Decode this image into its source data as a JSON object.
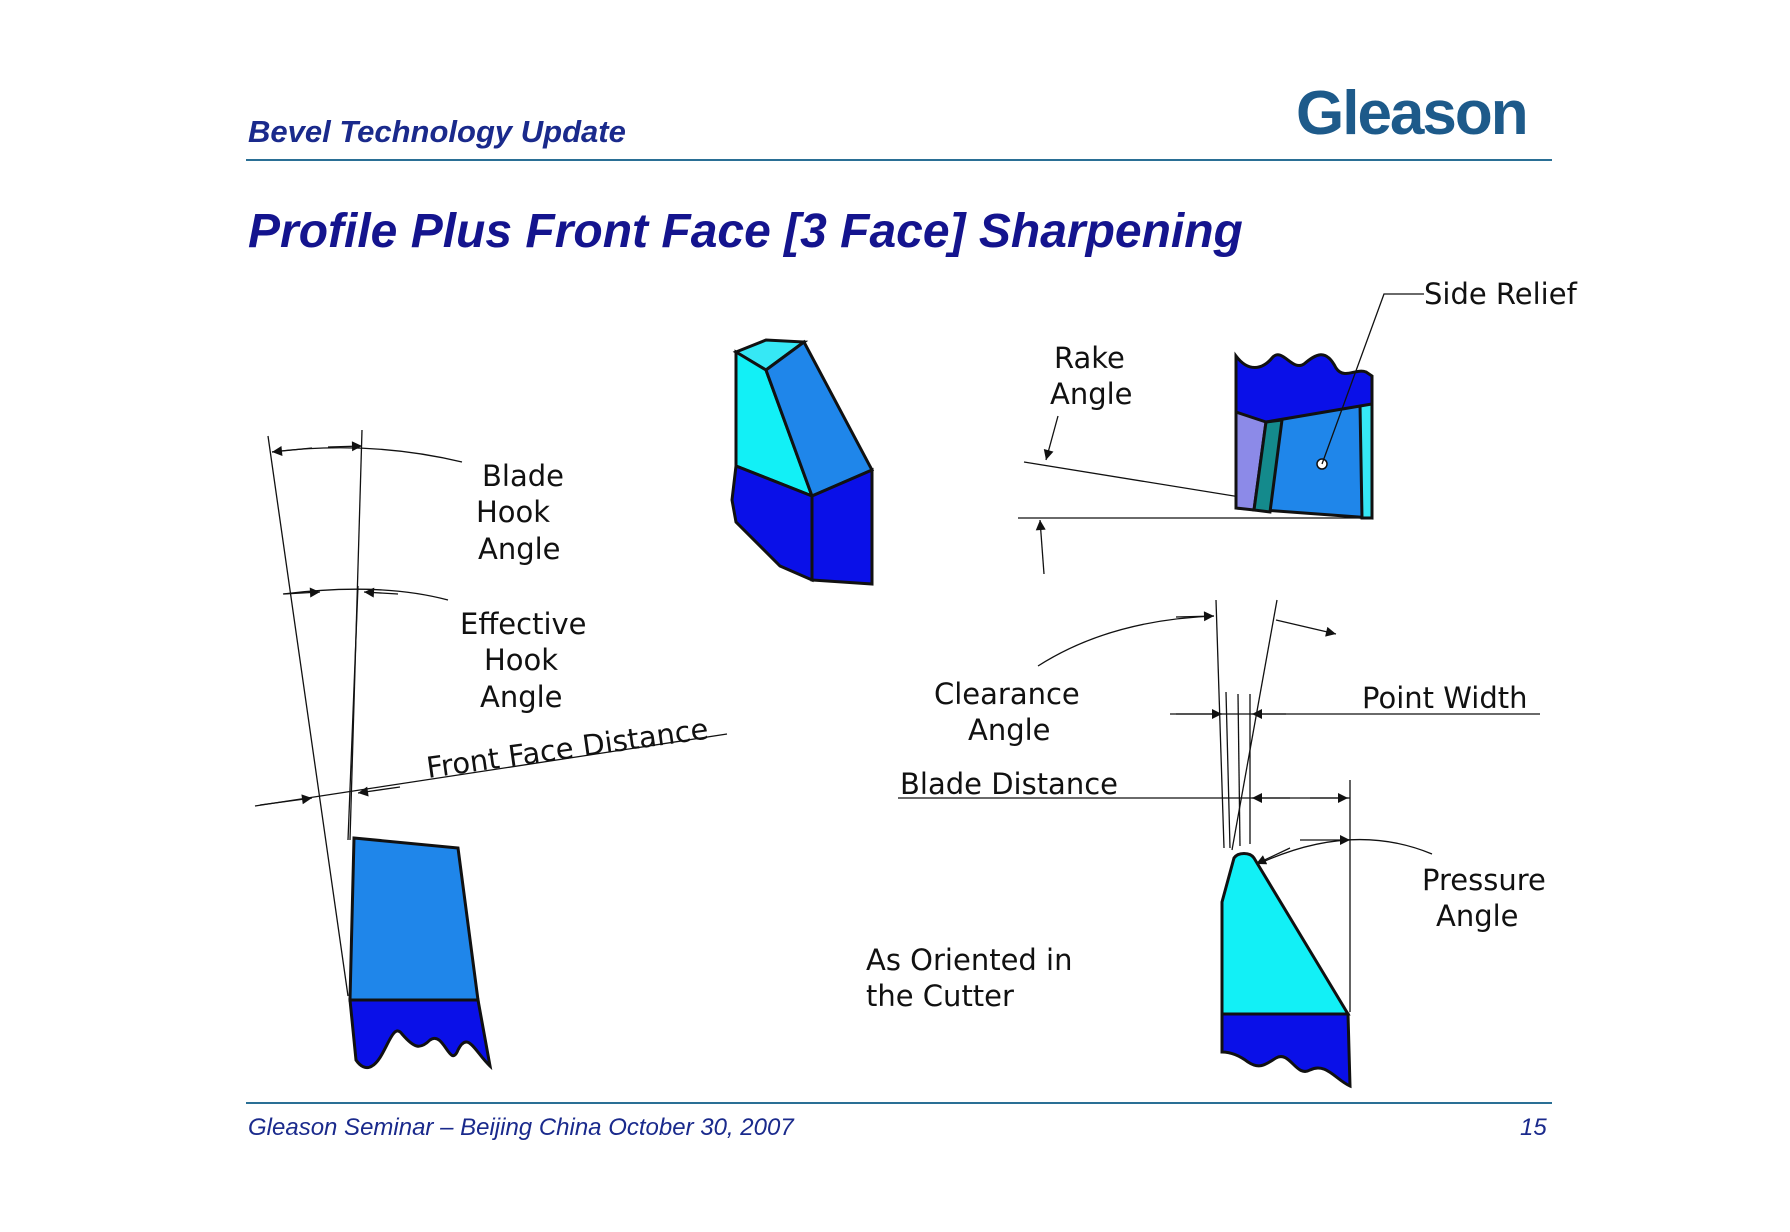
{
  "header": {
    "subtitle": "Bevel Technology Update",
    "logo_text": "Gleason"
  },
  "slide": {
    "title": "Profile Plus Front Face [3 Face] Sharpening"
  },
  "diagram_labels": {
    "blade_hook_angle": [
      "Blade",
      "Hook",
      "Angle"
    ],
    "effective_hook_angle": [
      "Effective",
      "Hook",
      "Angle"
    ],
    "front_face_distance": "Front Face Distance",
    "rake_angle": [
      "Rake",
      "Angle"
    ],
    "side_relief": "Side Relief",
    "clearance_angle": [
      "Clearance",
      "Angle"
    ],
    "point_width": "Point Width",
    "blade_distance": "Blade Distance",
    "pressure_angle": [
      "Pressure",
      "Angle"
    ],
    "as_oriented": [
      "As Oriented in",
      "the Cutter"
    ]
  },
  "colors": {
    "dark_blue": "#0a10e8",
    "mid_blue": "#1f86ea",
    "cyan": "#12f0f6",
    "light_cyan": "#36e8f5",
    "teal": "#148a8c",
    "lavender": "#8c8ae8",
    "title_color": "#14148e",
    "rule_color": "#2a6f95"
  },
  "footer": {
    "left": "Gleason Seminar – Beijing China  October 30, 2007",
    "page_number": "15"
  }
}
